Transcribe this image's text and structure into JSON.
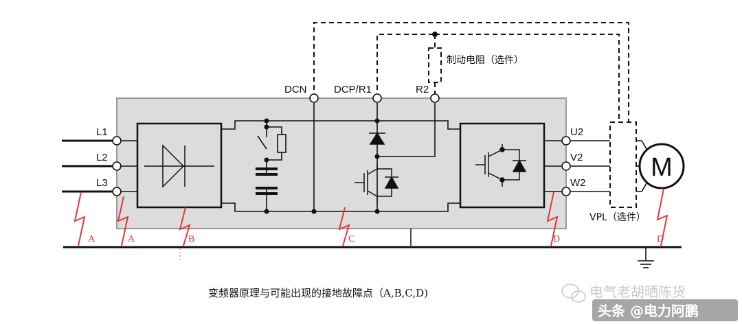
{
  "terminals": {
    "l1": "L1",
    "l2": "L2",
    "l3": "L3",
    "dcn": "DCN",
    "dcp": "DCP/R1",
    "r2": "R2",
    "u2": "U2",
    "v2": "V2",
    "w2": "W2"
  },
  "brake_resistor_label": "制动电阻（选件）",
  "vpl_label": "VPL（选件）",
  "motor_label": "M",
  "faults": [
    "A",
    "A",
    "B",
    "C",
    "D",
    "D"
  ],
  "caption": "变频器原理与可能出现的接地故障点（A,B,C,D)",
  "watermarks": {
    "wechat": "电气老胡晒陈货",
    "toutiao": "头条 @电力阿鹏"
  },
  "colors": {
    "panel": "#dcdcdc",
    "panel_border": "#999999",
    "wire": "#111111",
    "fault": "#e0383a"
  }
}
